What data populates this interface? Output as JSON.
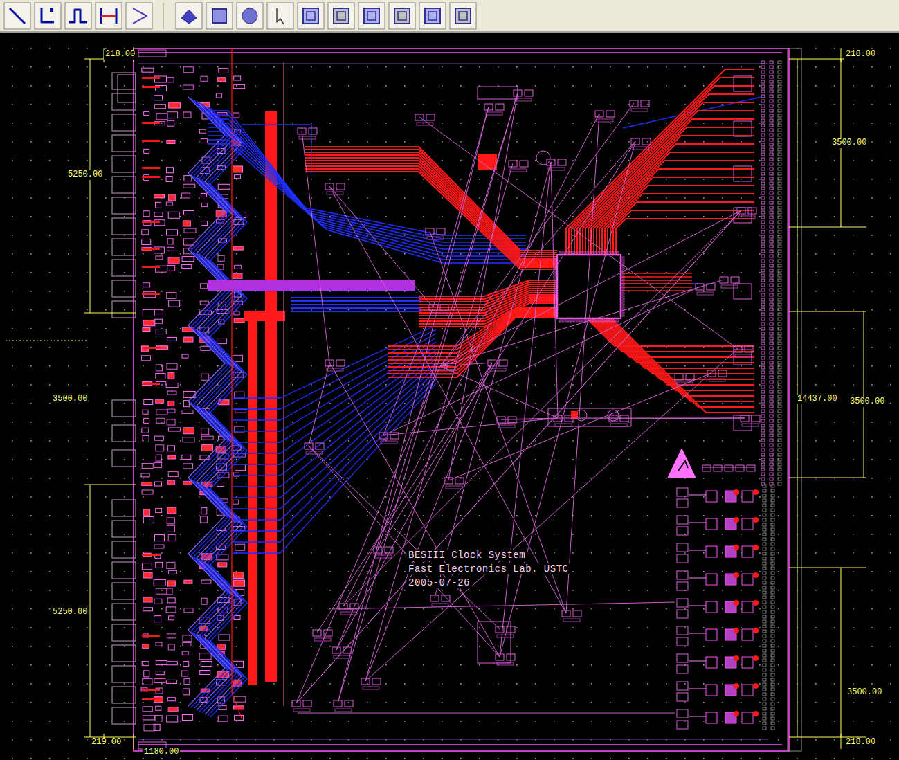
{
  "diagram": {
    "labels": [
      "218.00",
      "218.00",
      "3500.00",
      "5250.00",
      "3500.00",
      "14437.00",
      "3500.00",
      "5250.00",
      "BESIII Clock System",
      "Fast Electronics Lab. USTC",
      "2005-07-26",
      "3500.00",
      "219.00",
      "218.00",
      "1180.00"
    ]
  }
}
